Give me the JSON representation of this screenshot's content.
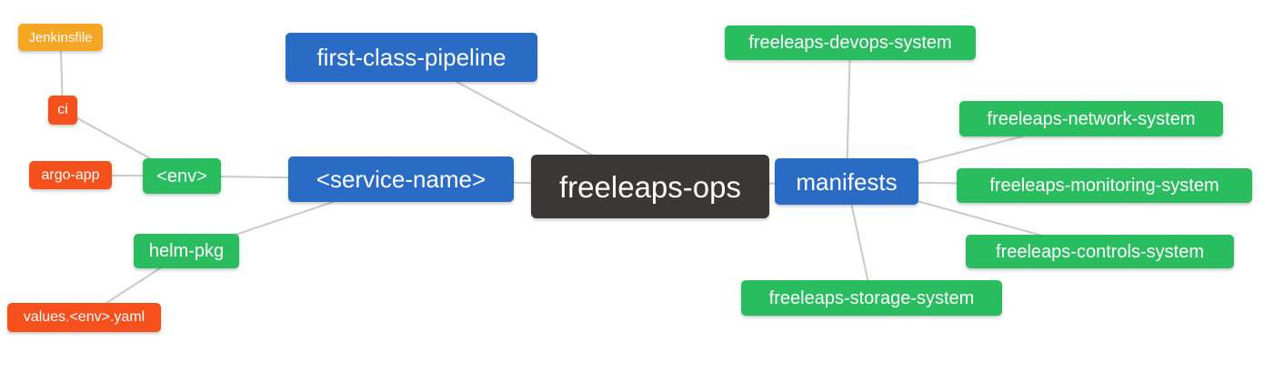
{
  "diagram": {
    "type": "mindmap",
    "root_label": "freeleaps-ops",
    "palette": {
      "root": "#3a3734",
      "blue": "#2a6cc5",
      "green": "#29bd5f",
      "orange": "#f5a623",
      "red": "#f6511d",
      "edge": "#c9c9c9",
      "text": "#ffffff",
      "background": "#ffffff"
    },
    "nodes": [
      {
        "id": "freeleaps-ops",
        "label": "freeleaps-ops",
        "color": "root",
        "level": 1
      },
      {
        "id": "first-class-pipeline",
        "label": "first-class-pipeline",
        "color": "blue",
        "level": 2
      },
      {
        "id": "service-name",
        "label": "<service-name>",
        "color": "blue",
        "level": 2
      },
      {
        "id": "manifests",
        "label": "manifests",
        "color": "blue",
        "level": 2
      },
      {
        "id": "env",
        "label": "<env>",
        "color": "green",
        "level": 3
      },
      {
        "id": "helm-pkg",
        "label": "helm-pkg",
        "color": "green",
        "level": 3
      },
      {
        "id": "freeleaps-devops-system",
        "label": "freeleaps-devops-system",
        "color": "green",
        "level": 3
      },
      {
        "id": "freeleaps-network-system",
        "label": "freeleaps-network-system",
        "color": "green",
        "level": 3
      },
      {
        "id": "freeleaps-monitoring-system",
        "label": "freeleaps-monitoring-system",
        "color": "green",
        "level": 3
      },
      {
        "id": "freeleaps-controls-system",
        "label": "freeleaps-controls-system",
        "color": "green",
        "level": 3
      },
      {
        "id": "freeleaps-storage-system",
        "label": "freeleaps-storage-system",
        "color": "green",
        "level": 3
      },
      {
        "id": "ci",
        "label": "ci",
        "color": "red",
        "level": 4
      },
      {
        "id": "argo-app",
        "label": "argo-app",
        "color": "red",
        "level": 4
      },
      {
        "id": "values-env-yaml",
        "label": "values.<env>.yaml",
        "color": "red",
        "level": 4
      },
      {
        "id": "jenkinsfile",
        "label": "Jenkinsfile",
        "color": "orange",
        "level": 5
      }
    ],
    "edges": [
      {
        "from": "jenkinsfile",
        "to": "ci"
      },
      {
        "from": "ci",
        "to": "env"
      },
      {
        "from": "argo-app",
        "to": "env"
      },
      {
        "from": "env",
        "to": "service-name"
      },
      {
        "from": "helm-pkg",
        "to": "service-name"
      },
      {
        "from": "values-env-yaml",
        "to": "helm-pkg"
      },
      {
        "from": "first-class-pipeline",
        "to": "freeleaps-ops"
      },
      {
        "from": "service-name",
        "to": "freeleaps-ops"
      },
      {
        "from": "freeleaps-ops",
        "to": "manifests"
      },
      {
        "from": "manifests",
        "to": "freeleaps-devops-system"
      },
      {
        "from": "manifests",
        "to": "freeleaps-network-system"
      },
      {
        "from": "manifests",
        "to": "freeleaps-monitoring-system"
      },
      {
        "from": "manifests",
        "to": "freeleaps-controls-system"
      },
      {
        "from": "manifests",
        "to": "freeleaps-storage-system"
      }
    ]
  }
}
